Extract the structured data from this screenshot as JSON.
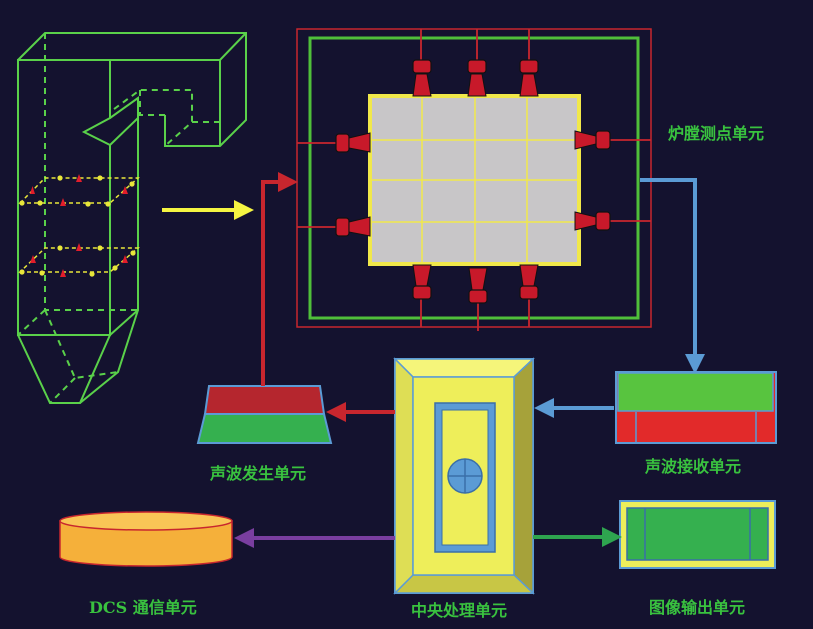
{
  "labels": {
    "furnace_unit": "炉膛测点单元",
    "wave_gen_unit": "声波发生单元",
    "wave_recv_unit": "声波接收单元",
    "dcs_unit": "DCS 通信单元",
    "cpu_unit": "中央处理单元",
    "image_out_unit": "图像输出单元"
  },
  "colors": {
    "background": "#14122f",
    "label_green": "#39c23f",
    "boiler_outline": "#5ad14a",
    "grid_yellow": "#f1e84a",
    "grid_fill": "#c8c6c8",
    "sensor_red": "#c8192a",
    "arrow_red": "#c8262e",
    "arrow_blue": "#5b9bd5",
    "arrow_yellow": "#f5f542",
    "arrow_purple": "#7a3ea0",
    "arrow_green": "#2ea44f",
    "dcs_cylinder": "#f5b03a",
    "cpu_body": "#eeee5a"
  }
}
